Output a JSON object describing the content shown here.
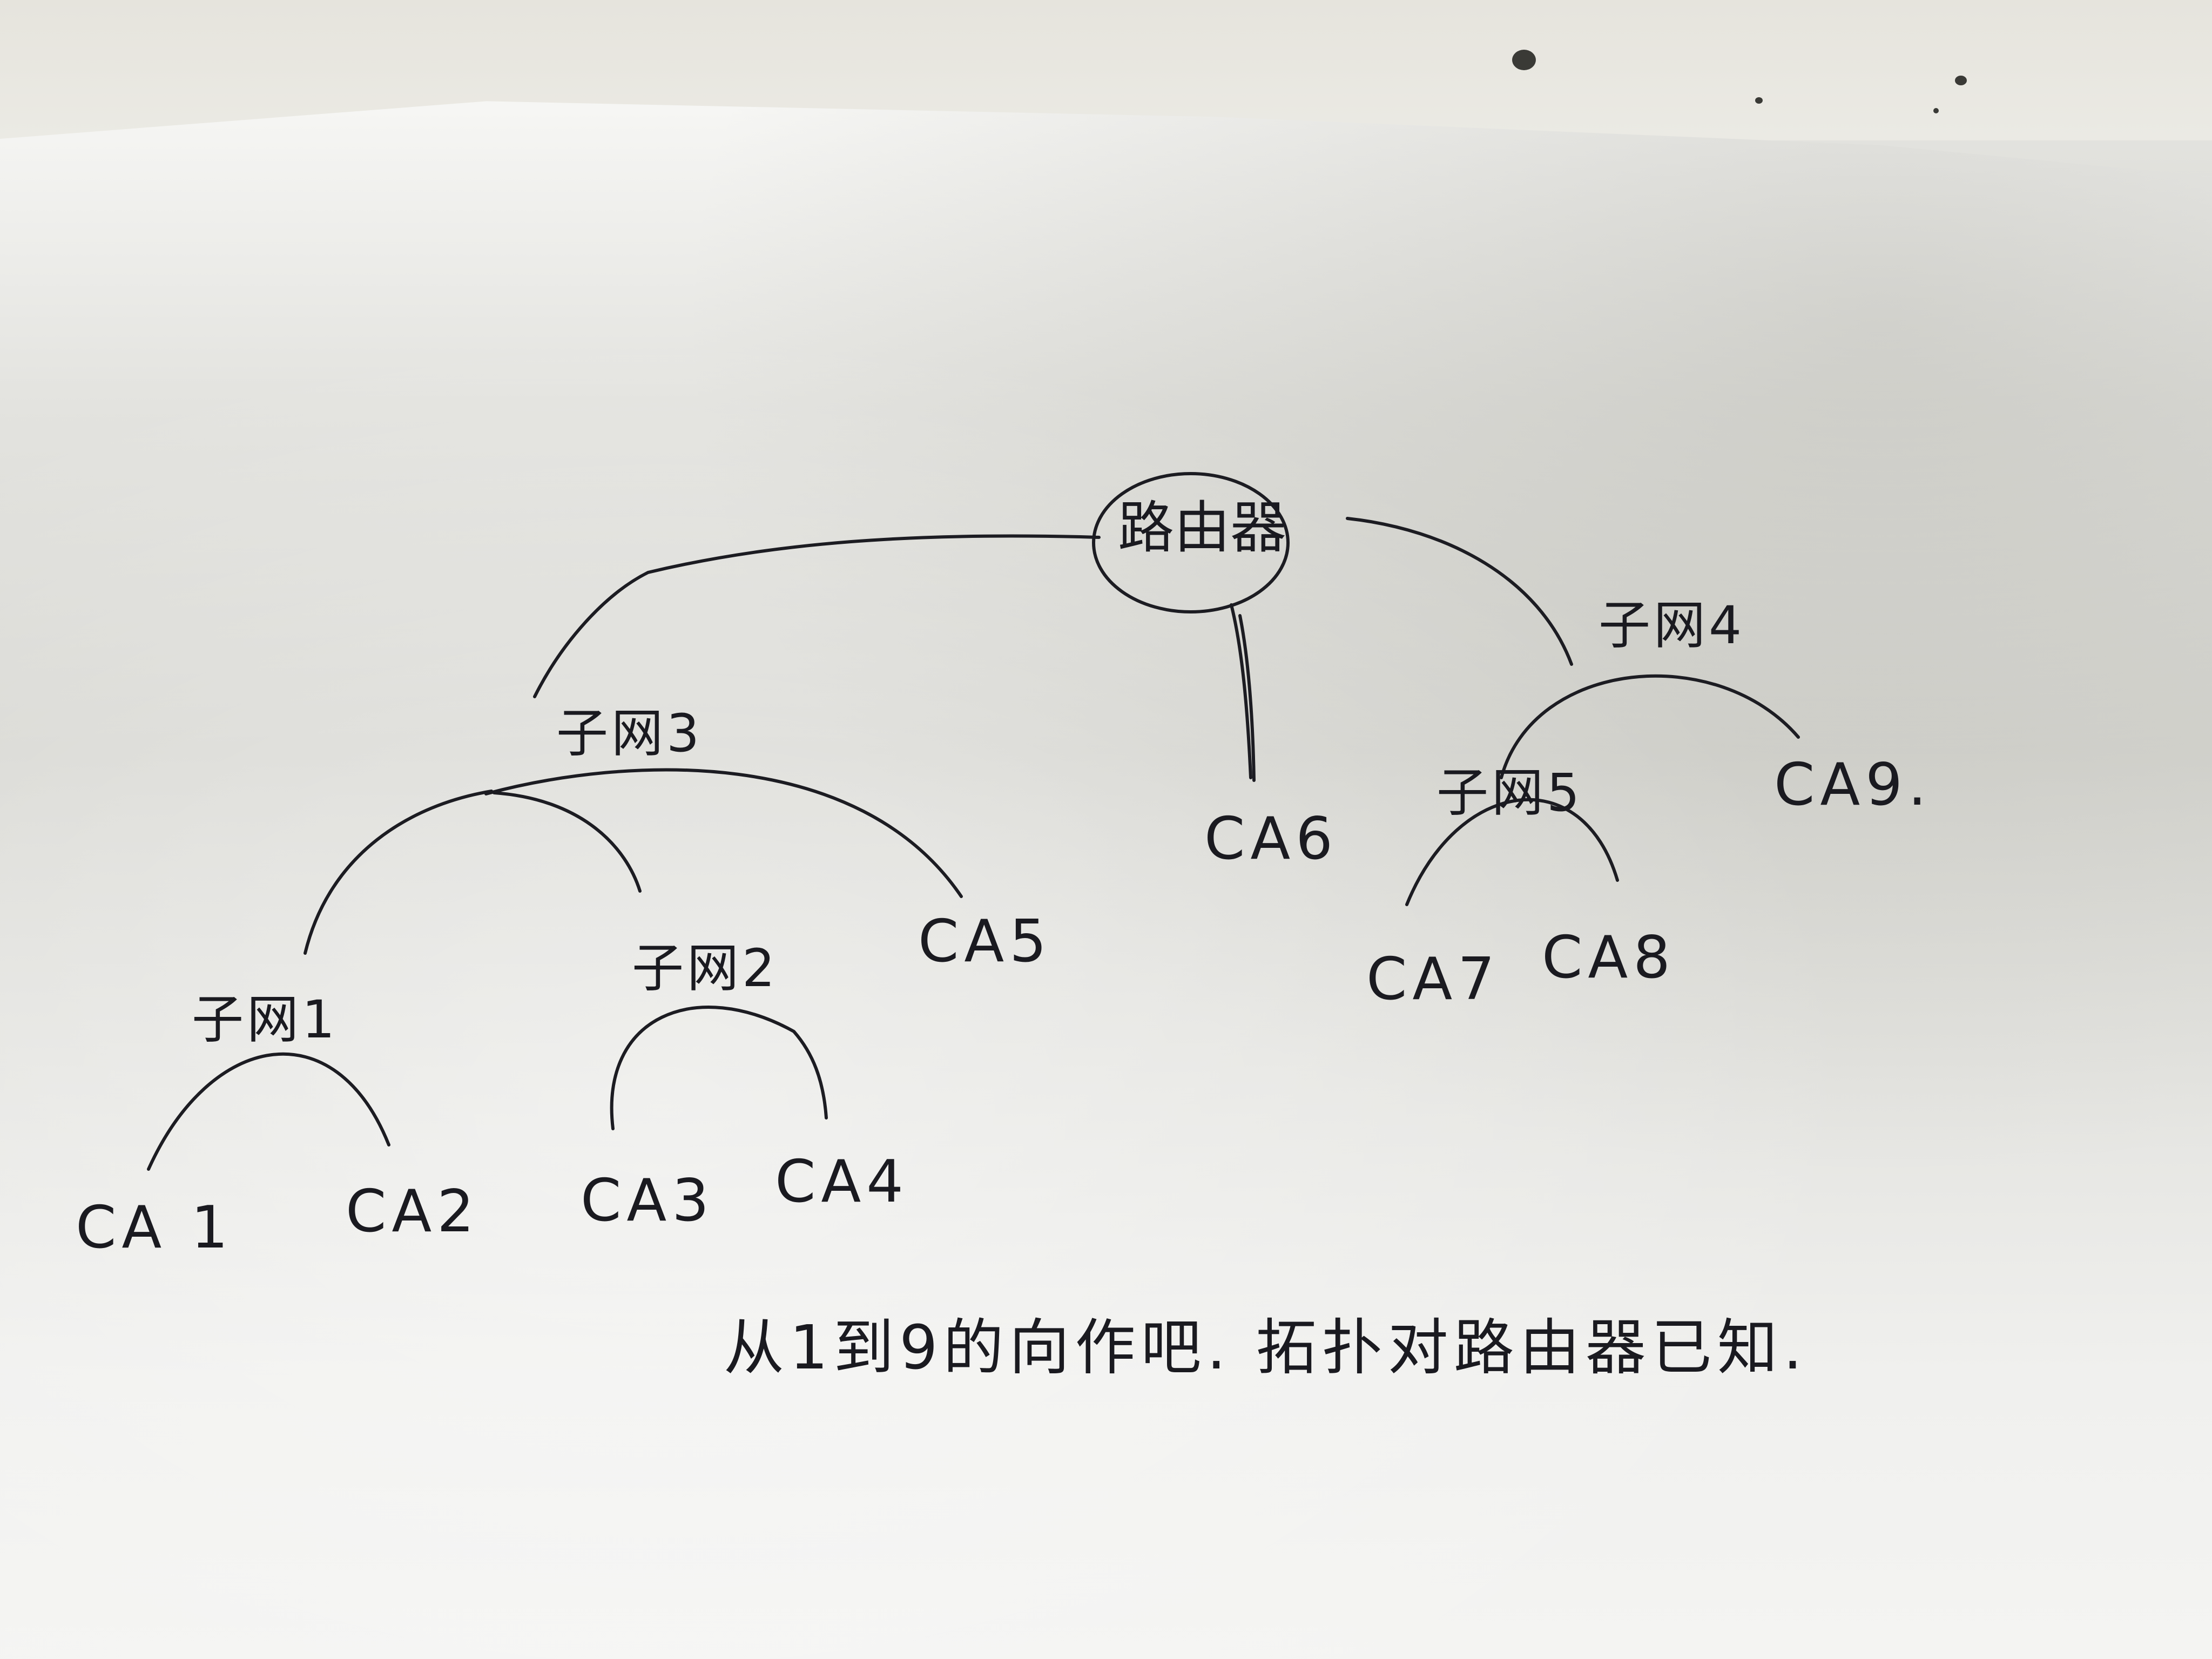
{
  "diagram": {
    "router": {
      "label": "路由器"
    },
    "subnets": [
      {
        "id": "subnet-1",
        "label": "子网1"
      },
      {
        "id": "subnet-2",
        "label": "子网2"
      },
      {
        "id": "subnet-3",
        "label": "子网3"
      },
      {
        "id": "subnet-4",
        "label": "子网4"
      },
      {
        "id": "subnet-5",
        "label": "子网5"
      }
    ],
    "hosts": [
      {
        "id": "ca1",
        "label": "CA 1"
      },
      {
        "id": "ca2",
        "label": "CA2"
      },
      {
        "id": "ca3",
        "label": "CA3"
      },
      {
        "id": "ca4",
        "label": "CA4"
      },
      {
        "id": "ca5",
        "label": "CA5"
      },
      {
        "id": "ca6",
        "label": "CA6"
      },
      {
        "id": "ca7",
        "label": "CA7"
      },
      {
        "id": "ca8",
        "label": "CA8"
      },
      {
        "id": "ca9",
        "label": "CA9."
      }
    ],
    "connections": [
      {
        "from": "路由器",
        "to": "子网3"
      },
      {
        "from": "路由器",
        "to": "CA6"
      },
      {
        "from": "路由器",
        "to": "子网4"
      },
      {
        "from": "子网3",
        "to": "子网1"
      },
      {
        "from": "子网3",
        "to": "子网2"
      },
      {
        "from": "子网3",
        "to": "CA5"
      },
      {
        "from": "子网1",
        "to": "CA 1"
      },
      {
        "from": "子网1",
        "to": "CA2"
      },
      {
        "from": "子网2",
        "to": "CA3"
      },
      {
        "from": "子网2",
        "to": "CA4"
      },
      {
        "from": "子网4",
        "to": "子网5"
      },
      {
        "from": "子网4",
        "to": "CA9"
      },
      {
        "from": "子网5",
        "to": "CA7"
      },
      {
        "from": "子网5",
        "to": "CA8"
      }
    ],
    "note": "从1到9的向作吧. 拓扑对路由器已知.",
    "ink_color": "#1c1c22",
    "paper_color": "#e6e6e2"
  }
}
